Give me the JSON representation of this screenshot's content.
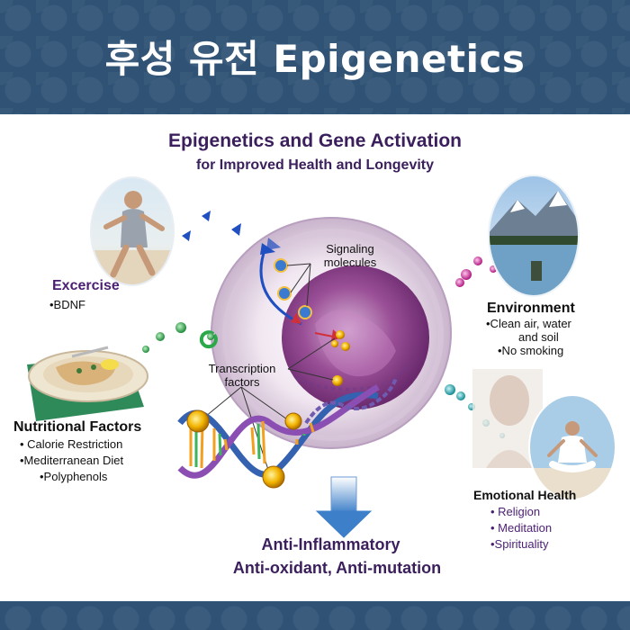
{
  "banner": {
    "title": "후성 유전 Epigenetics"
  },
  "diagram_title": {
    "line1": "Epigenetics and Gene Activation",
    "line2": "for Improved Health and Longevity"
  },
  "labels": {
    "signaling_1": "Signaling",
    "signaling_2": "molecules",
    "transcription_1": "Transcription",
    "transcription_2": "factors"
  },
  "exercise": {
    "heading": "Excercise",
    "items": [
      "•BDNF"
    ]
  },
  "environment": {
    "heading": "Environment",
    "items": [
      "•Clean air, water",
      "and soil",
      "•No smoking"
    ]
  },
  "nutrition": {
    "heading": "Nutritional Factors",
    "items": [
      "• Calorie Restriction",
      "•Mediterranean Diet",
      "•Polyphenols"
    ]
  },
  "emotional": {
    "heading": "Emotional Health",
    "items": [
      "• Religion",
      "• Meditation",
      "•Spirituality"
    ]
  },
  "outcome": {
    "line1": "Anti-Inflammatory",
    "line2": "Anti-oxidant, Anti-mutation"
  },
  "colors": {
    "banner": "#2f5275",
    "title": "#3b1f5c",
    "cell": "#c9a3cf",
    "nucleus": "#9a4f96",
    "green_molecule": "#2aa84a",
    "pink_molecule": "#d12f9c",
    "teal_molecule": "#20a7b0",
    "blue_triangle": "#1f4fc0"
  }
}
